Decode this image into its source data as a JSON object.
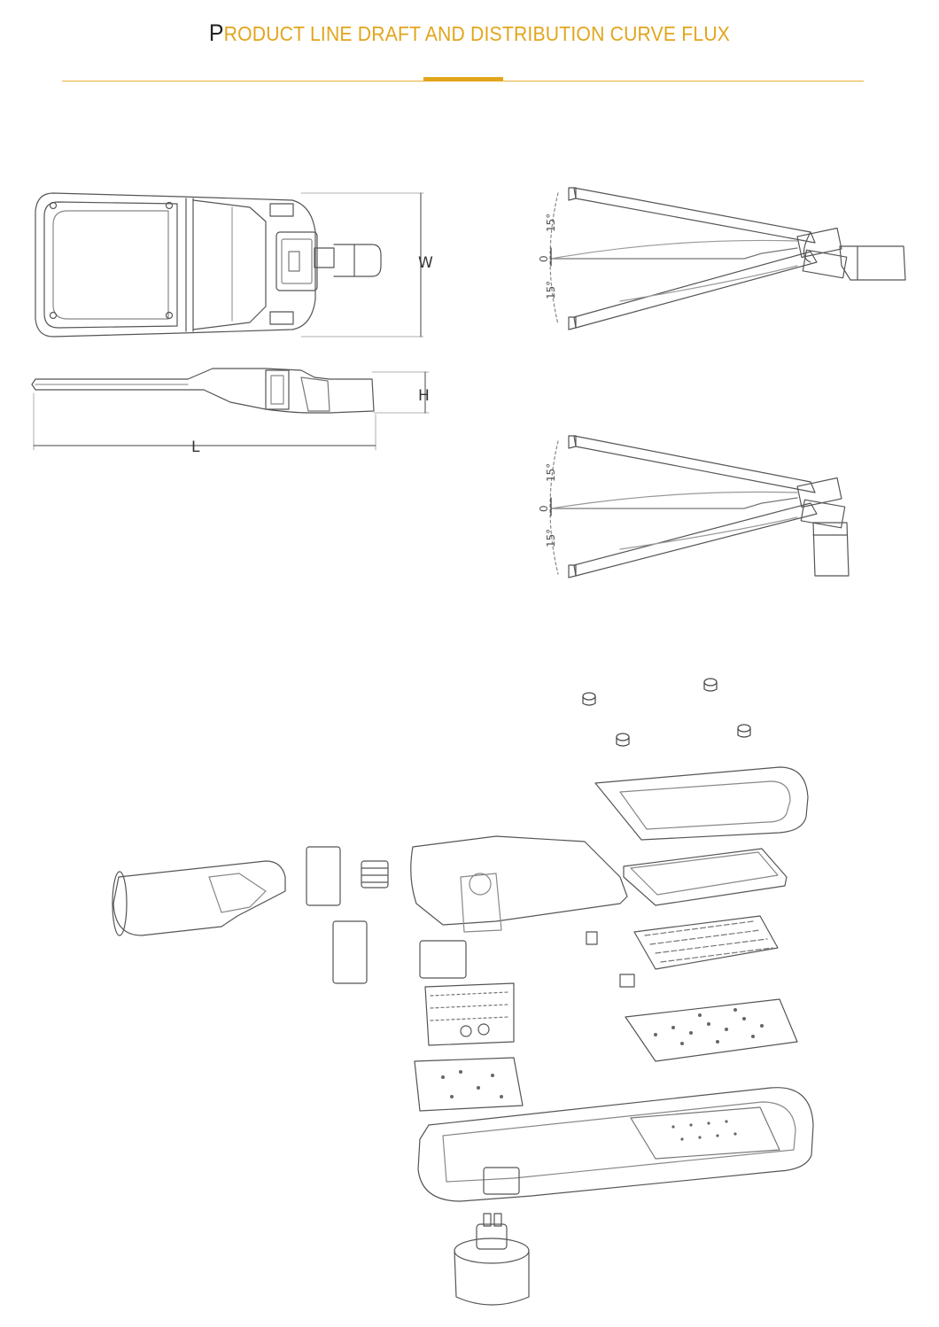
{
  "header": {
    "title_first": "P",
    "title_rest": "RODUCT LINE DRAFT AND DISTRIBUTION CURVE FLUX"
  },
  "colors": {
    "accent": "#e2a51c",
    "line": "#555555"
  },
  "drawings": {
    "top_view": {
      "dim_label": "W"
    },
    "side_view": {
      "height_label": "H",
      "length_label": "L"
    },
    "tilt_upper": {
      "angle_up": "15°",
      "angle_zero": "0",
      "angle_down": "15°"
    },
    "tilt_lower": {
      "angle_up": "15°",
      "angle_zero": "0",
      "angle_down": "15°"
    }
  }
}
